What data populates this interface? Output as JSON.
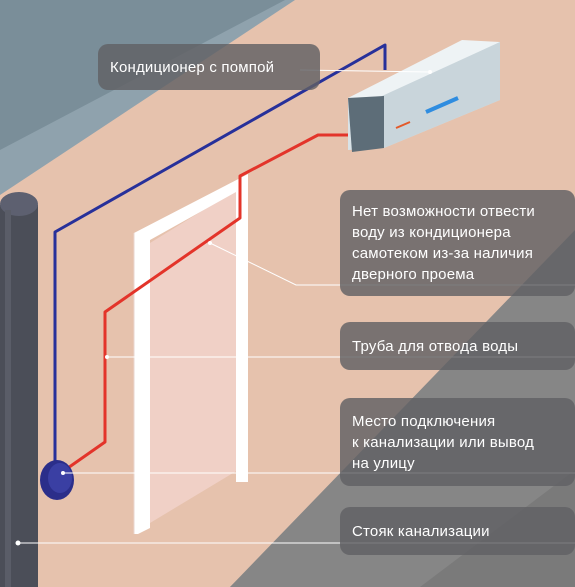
{
  "callouts": {
    "ac_with_pump": "Кондиционер с помпой",
    "no_gravity_drain": "Нет возможности отвести\nводу из кондиционера\nсамотеком из-за наличия\nдверного проема",
    "drain_pipe": "Труба для отвода воды",
    "connection_point": "Место подключения\nк канализации или вывод\nна улицу",
    "sewer_riser": "Стояк канализации"
  },
  "colors": {
    "wall_face": "#e6c2ad",
    "wall_side": "#868686",
    "sky": "#8fa2ad",
    "blue_pipe": "#27309a",
    "red_pipe": "#e3342a",
    "riser": "#4b4e58",
    "callout_bg": "#606064"
  }
}
